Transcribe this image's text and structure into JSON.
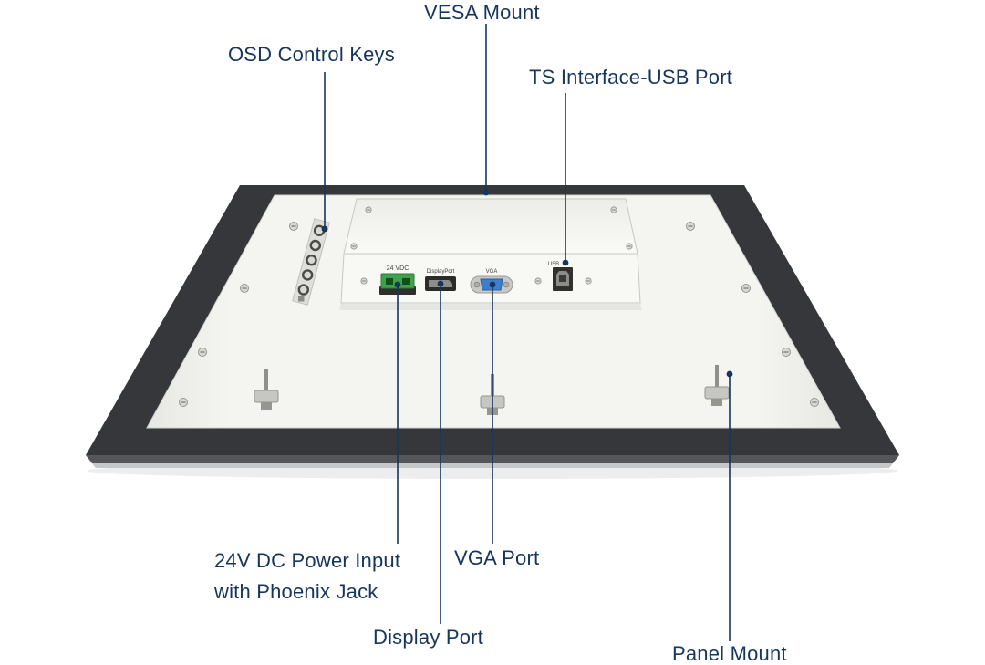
{
  "diagram": {
    "callouts": {
      "vesa_mount": "VESA Mount",
      "osd_control_keys": "OSD Control Keys",
      "ts_interface_usb_port": "TS Interface-USB Port",
      "dc_power_input_line1": "24V DC Power Input",
      "dc_power_input_line2": "with Phoenix Jack",
      "vga_port": "VGA Port",
      "display_port": "Display Port",
      "panel_mount": "Panel Mount"
    },
    "device_labels": {
      "dc": "24 VDC",
      "displayport": "DisplayPort",
      "vga": "VGA",
      "usb": "USB"
    },
    "colors": {
      "callout_text": "#17365D",
      "callout_line": "#17365D",
      "phoenix_green": "#3FA24A",
      "vga_blue": "#3E7ECC",
      "bezel_dark": "#35373A",
      "panel_light": "#F4F4F1"
    }
  }
}
